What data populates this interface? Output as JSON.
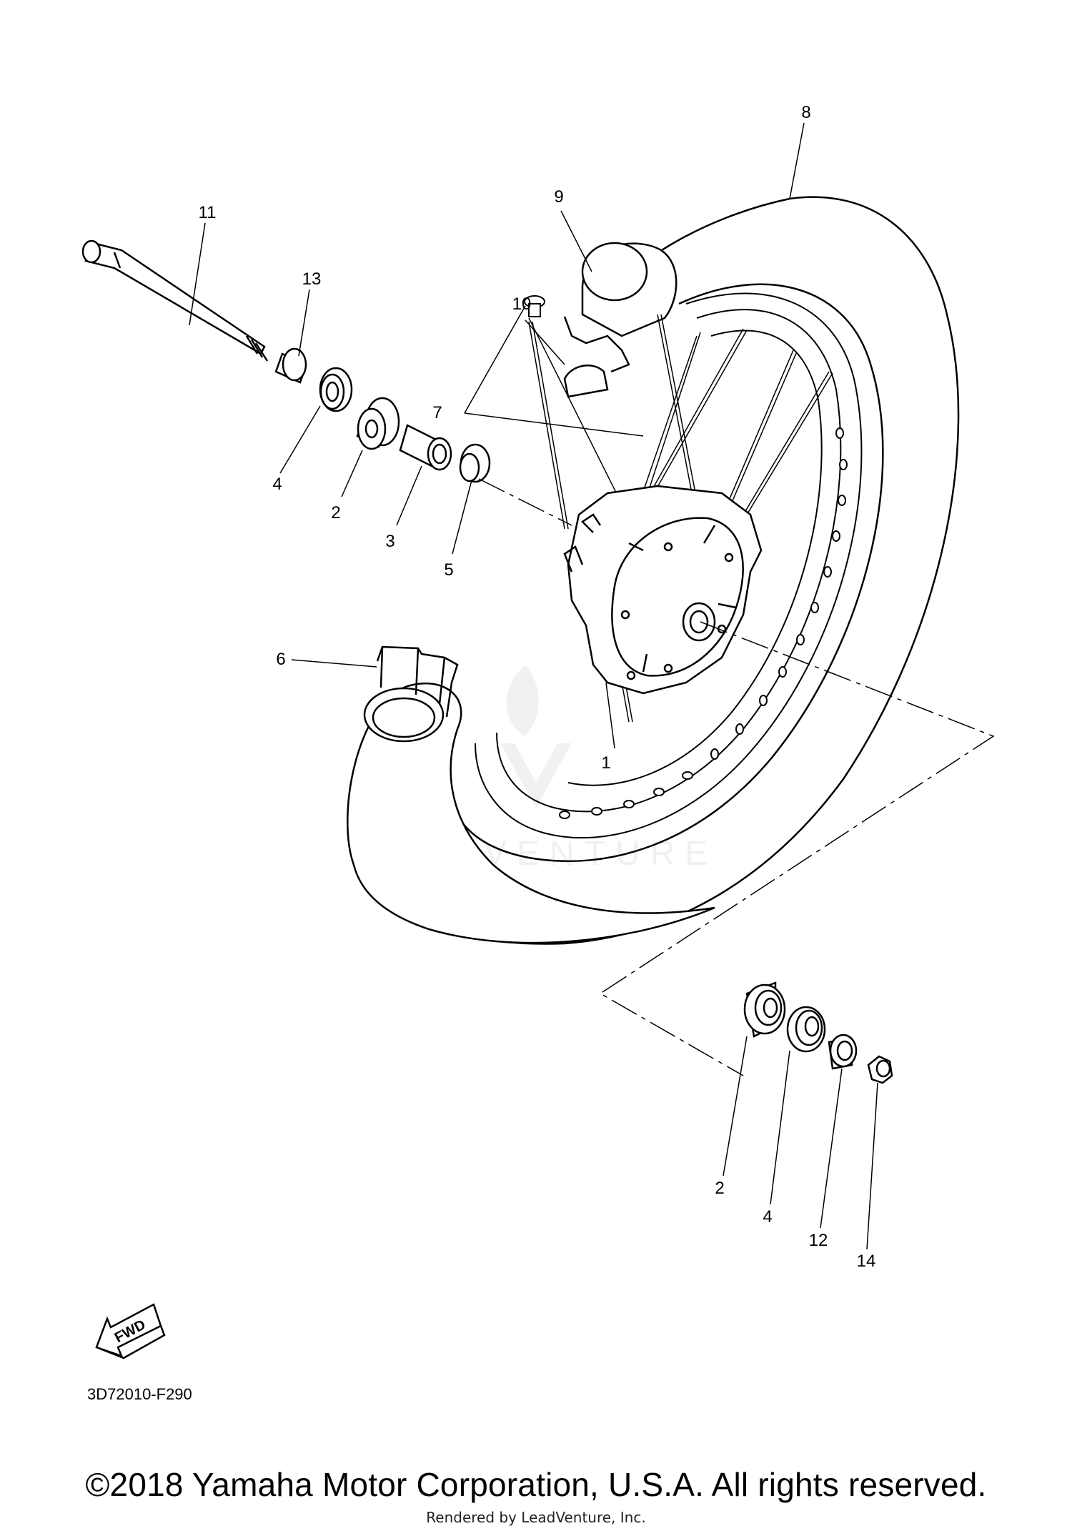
{
  "diagram": {
    "figure_code": "3D72010-F290",
    "fwd_label": "FWD",
    "watermark": "LEADVENTURE",
    "callouts": {
      "c1": "1",
      "c2a": "2",
      "c2b": "2",
      "c3": "3",
      "c4a": "4",
      "c4b": "4",
      "c5": "5",
      "c6": "6",
      "c7": "7",
      "c8": "8",
      "c9": "9",
      "c10": "10",
      "c11": "11",
      "c12": "12",
      "c13": "13",
      "c14": "14"
    }
  },
  "footer": {
    "copyright": "©2018 Yamaha Motor Corporation, U.S.A. All rights reserved.",
    "rendered_by": "Rendered by LeadVenture, Inc."
  }
}
